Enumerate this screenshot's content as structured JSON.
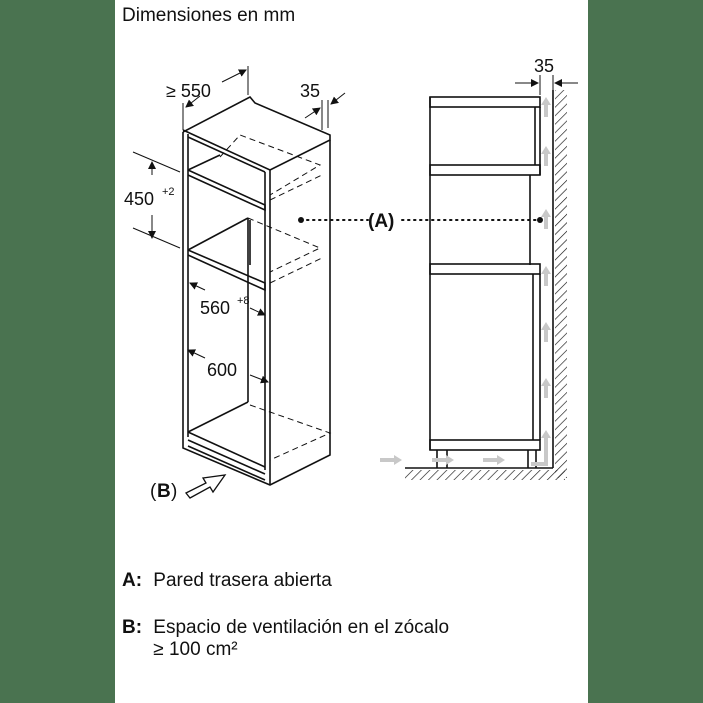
{
  "title": "Dimensiones en mm",
  "dimensions": {
    "depth_min": "≥ 550",
    "gap_top": "35",
    "niche_height": "450",
    "niche_height_tol": "+2",
    "inner_width": "560",
    "inner_width_tol": "+8",
    "outer_width": "600",
    "side_gap": "35"
  },
  "markers": {
    "a": "(A)",
    "b_open": "(",
    "b_letter": "B",
    "b_close": ")"
  },
  "legend": [
    {
      "key": "A:",
      "text": "Pared trasera abierta"
    },
    {
      "key": "B:",
      "text": "Espacio de ventilación en el zócalo",
      "text2": "≥ 100 cm²"
    }
  ],
  "colors": {
    "background": "#4a7350",
    "panel": "#ffffff",
    "line": "#111111",
    "airflow_arrow": "#c8c8c8"
  }
}
